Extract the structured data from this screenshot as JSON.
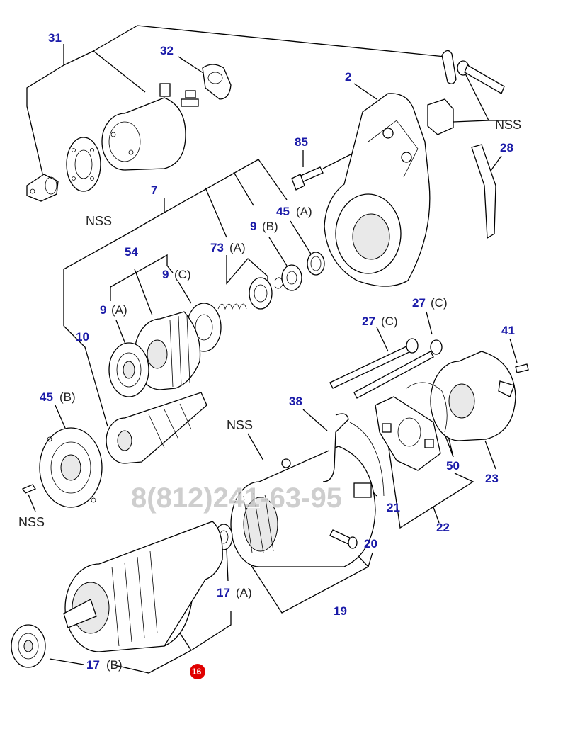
{
  "callouts": {
    "c31": "31",
    "c32": "32",
    "c2": "2",
    "c85": "85",
    "c28": "28",
    "c7": "7",
    "c54": "54",
    "c73": "73",
    "c73s": "(A)",
    "c9b": "9",
    "c9bs": "(B)",
    "c45a": "45",
    "c45as": "(A)",
    "c9c": "9",
    "c9cs": "(C)",
    "c9a": "9",
    "c9as": "(A)",
    "c10": "10",
    "c27a": "27",
    "c27as": "(C)",
    "c27b": "27",
    "c27bs": "(C)",
    "c41": "41",
    "c45b": "45",
    "c45bs": "(B)",
    "c38": "38",
    "c50": "50",
    "c23": "23",
    "c21": "21",
    "c22": "22",
    "c20": "20",
    "c19": "19",
    "c17a": "17",
    "c17as": "(A)",
    "c17b": "17",
    "c17bs": "(B)",
    "c16": "16"
  },
  "nss_labels": [
    "NSS",
    "NSS",
    "NSS",
    "NSS"
  ],
  "watermark": "8(812)241-63-95",
  "colors": {
    "callout": "#1a1aa8",
    "highlight": "#e00000",
    "watermark": "#bdbdbd"
  }
}
